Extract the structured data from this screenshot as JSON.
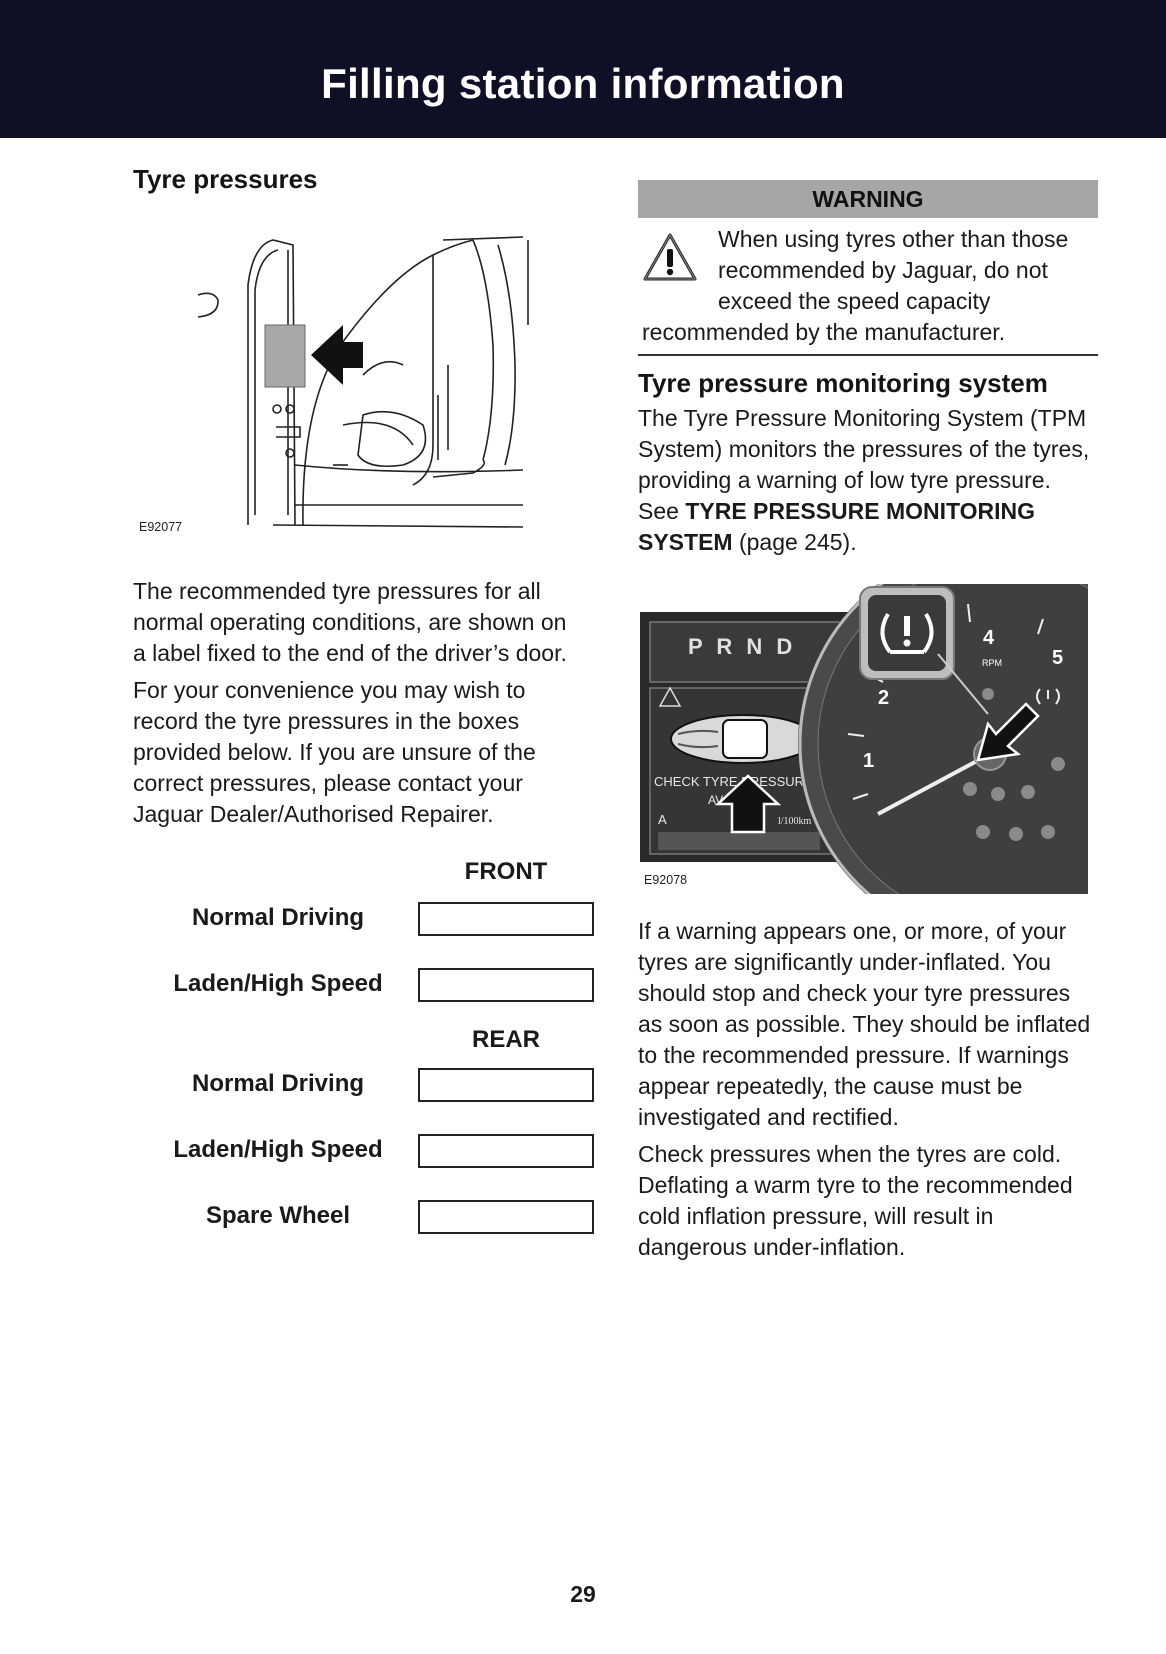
{
  "header": {
    "title": "Filling station information"
  },
  "left": {
    "heading": "Tyre pressures",
    "figure_id": "E92077",
    "para1": "The recommended tyre pressures for all normal operating conditions, are shown on a label fixed to the end of the driver’s door.",
    "para2": "For your convenience you may wish to record the tyre pressures in the boxes provided below. If you are unsure of the correct pressures, please contact your Jaguar Dealer/Authorised Repairer."
  },
  "form": {
    "front_label": "FRONT",
    "rear_label": "REAR",
    "rows": [
      {
        "label": "Normal Driving",
        "value": ""
      },
      {
        "label": "Laden/High Speed",
        "value": ""
      },
      {
        "label": "Normal Driving",
        "value": ""
      },
      {
        "label": "Laden/High Speed",
        "value": ""
      },
      {
        "label": "Spare Wheel",
        "value": ""
      }
    ]
  },
  "warning": {
    "title": "WARNING",
    "lines": [
      "When using tyres other than those",
      "recommended by Jaguar, do not",
      "exceed the speed capacity",
      "recommended by the manufacturer."
    ]
  },
  "tpms": {
    "heading": "Tyre pressure monitoring system",
    "intro": "The Tyre Pressure Monitoring System (TPM System) monitors the pressures of the tyres, providing a warning of low tyre pressure. See ",
    "link_text": "TYRE PRESSURE MONITORING SYSTEM",
    "page_ref": " (page 245).",
    "figure_id": "E92078",
    "cluster": {
      "gear": "P R N D",
      "message": "CHECK TYRE PRESSURE",
      "avg_label": "AVG FUEL",
      "unit": "l/100km",
      "dial_numbers": [
        "4",
        "5",
        "2",
        "1"
      ],
      "rpm": "RPM"
    },
    "para_warning": "If a warning appears one, or more, of your tyres are significantly under-inflated. You should stop and check your tyre pressures as soon as possible. They should be inflated to the recommended pressure. If warnings appear repeatedly, the cause must be investigated and rectified.",
    "para_cold": "Check pressures when the tyres are cold. Deflating a warm tyre to the recommended cold inflation pressure, will result in dangerous under-inflation."
  },
  "page_number": "29",
  "colors": {
    "header_bg": "#0f1025",
    "warning_bar": "#a6a6a6"
  }
}
